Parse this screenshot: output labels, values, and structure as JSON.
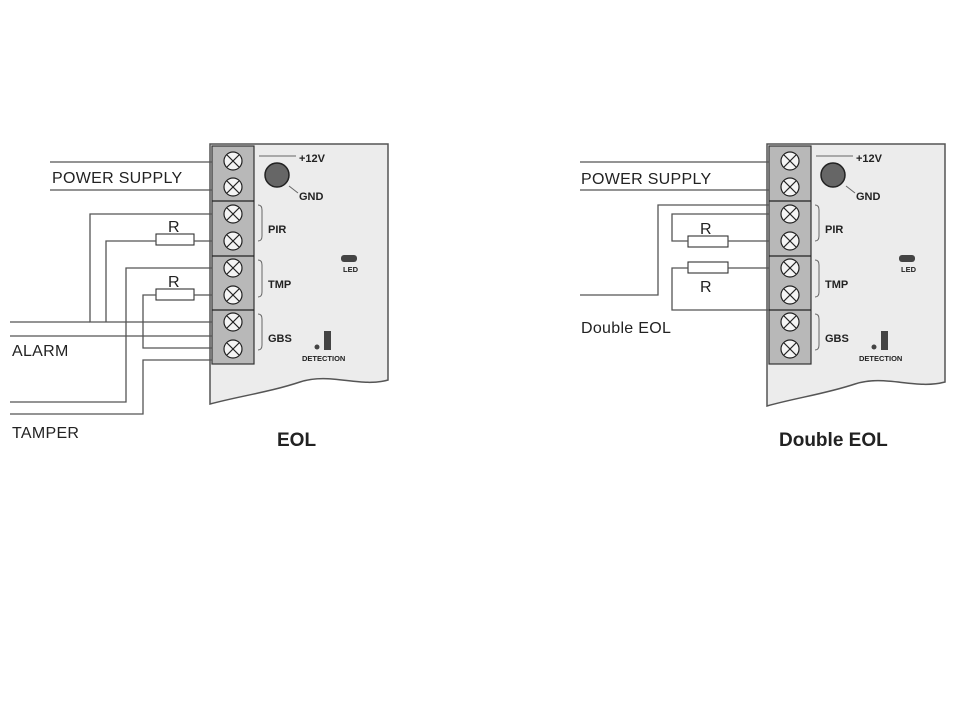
{
  "left_panel": {
    "power_supply_label": "POWER SUPPLY",
    "alarm_label": "ALARM",
    "tamper_label": "TAMPER",
    "resistor_labels": [
      "R",
      "R"
    ],
    "caption": "EOL"
  },
  "right_panel": {
    "power_supply_label": "POWER SUPPLY",
    "double_eol_label": "Double EOL",
    "resistor_labels": [
      "R",
      "R"
    ],
    "caption": "Double EOL"
  },
  "board": {
    "v12_label": "+12V",
    "gnd_label": "GND",
    "pir_label": "PIR",
    "tmp_label": "TMP",
    "gbs_label": "GBS",
    "led_label": "LED",
    "detection_label": "DETECTION"
  }
}
